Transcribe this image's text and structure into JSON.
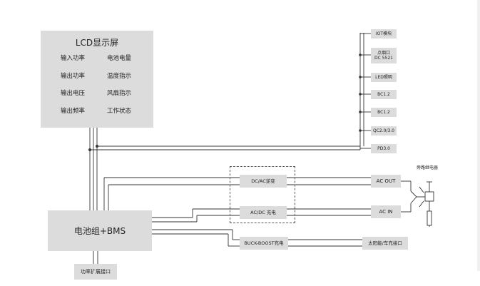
{
  "lcd": {
    "title": "LCD显示屏",
    "items": [
      "输入功率",
      "电池电量",
      "输出功率",
      "温度指示",
      "输出电压",
      "风扇指示",
      "输出频率",
      "工作状态"
    ]
  },
  "battery": {
    "label": "电池组+BMS"
  },
  "expansion": {
    "label": "功率扩展接口"
  },
  "ports": [
    "IOT模块",
    "点烟口\nDC 5521",
    "LED照明",
    "BC1.2",
    "BC1.2",
    "QC2.0/3.0",
    "PD3.0"
  ],
  "converters": {
    "inverter": "DC/AC逆变",
    "charger": "AC/DC 充电",
    "mppt": "BUCK-BOOST充电"
  },
  "io": {
    "ac_out": "AC OUT",
    "ac_in": "AC IN",
    "solar": "太阳能/车充接口"
  },
  "relay": {
    "label": "旁路继电器"
  }
}
